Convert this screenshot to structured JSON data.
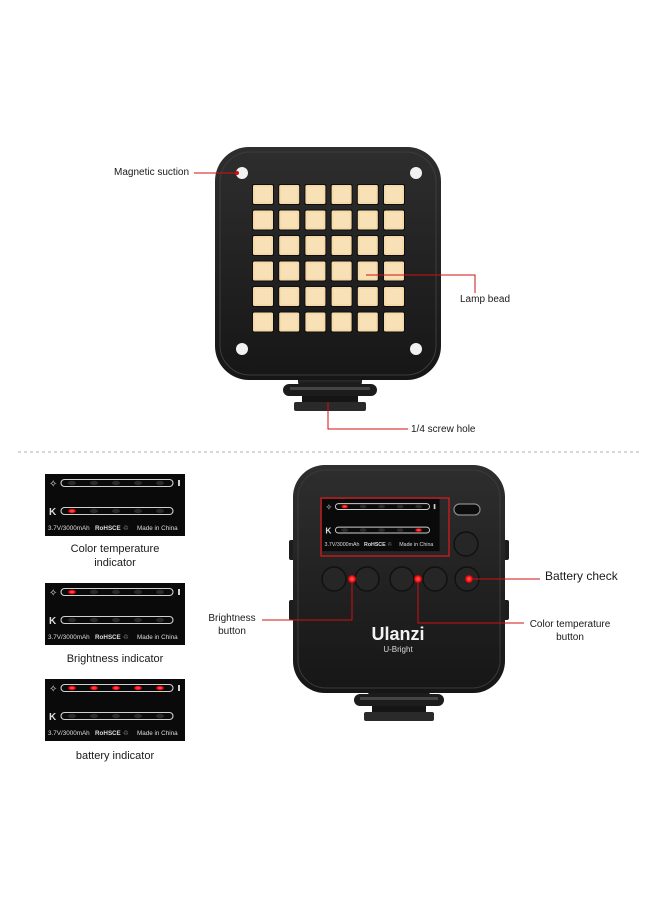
{
  "front_view": {
    "callouts": {
      "magnetic": "Magnetic suction",
      "lamp": "Lamp bead",
      "screw": "1/4 screw hole"
    }
  },
  "indicator_panels": [
    {
      "caption": "Color temperature indicator",
      "state": "color-temperature"
    },
    {
      "caption": "Brightness indicator",
      "state": "brightness"
    },
    {
      "caption": "battery indicator",
      "state": "battery"
    }
  ],
  "strip": {
    "k_label": "K",
    "spec": "3.7V/3000mAh",
    "rohs": "RoHS",
    "ce": "CE",
    "origin": "Made in China"
  },
  "back_view": {
    "brand": "Ulanzi",
    "model": "U-Bright",
    "callouts": {
      "battery": "Battery check",
      "brightness": "Brightness button",
      "color_temp": "Color temperature button"
    }
  },
  "colors": {
    "led": "#f6d9a8",
    "body": "#222222",
    "indicator_red": "#ff2a2a",
    "callout_line": "#d01010"
  }
}
